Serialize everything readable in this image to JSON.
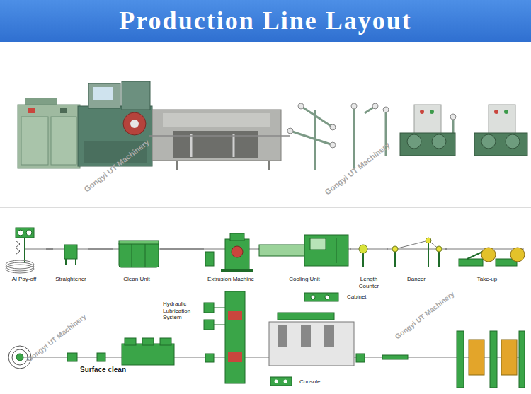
{
  "diagram": {
    "title": "Production Line Layout",
    "nodes": [
      {
        "text": [
          "Al Pay-off"
        ]
      },
      {
        "text": [
          "Straightener"
        ]
      },
      {
        "text": [
          "Clean Unit"
        ]
      },
      {
        "text": [
          "Extrusion Machine"
        ]
      },
      {
        "text": [
          "Cooling Unit"
        ]
      },
      {
        "text": [
          "Length Counter"
        ]
      },
      {
        "text": [
          "Dancer"
        ]
      },
      {
        "text": [
          "Take-up"
        ]
      },
      {
        "text": [
          "Cabinet"
        ]
      }
    ],
    "edges": [
      {
        "from": 0,
        "to": 1,
        "arrow": "none"
      },
      {
        "from": 1,
        "to": 2,
        "arrow": "none"
      },
      {
        "from": 2,
        "to": 3,
        "arrow": "none"
      },
      {
        "from": 3,
        "to": 4,
        "arrow": "none"
      },
      {
        "from": 4,
        "to": 5,
        "arrow": "none"
      },
      {
        "from": 5,
        "to": 6,
        "arrow": "none"
      },
      {
        "from": 6,
        "to": 7,
        "arrow": "none"
      }
    ],
    "labels": [
      "Hydraulic Lubrication System",
      "Surface clean",
      "Console",
      "Gongyi UT Machinery",
      "Gongyi UT Machinery",
      "Gongyi UT Machinery",
      "Gongyi UT Machinery"
    ]
  }
}
